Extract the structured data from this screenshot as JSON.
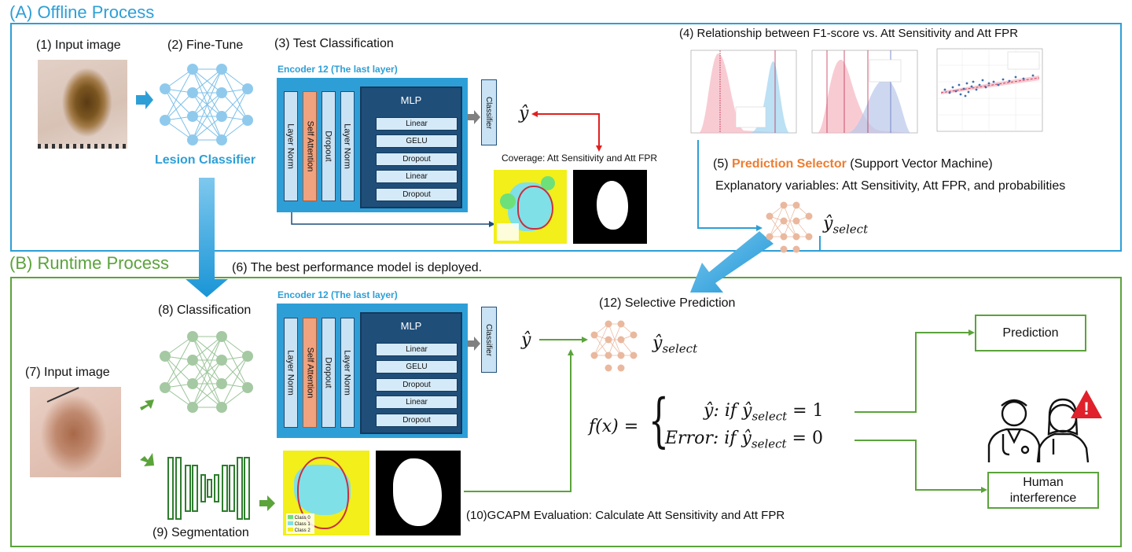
{
  "sections": {
    "offline_title": "(A) Offline Process",
    "runtime_title": "(B) Runtime Process"
  },
  "offline": {
    "input_image_label": "(1) Input image",
    "finetune_label": "(2) Fine-Tune",
    "lesion_classifier": "Lesion Classifier",
    "test_classification_label": "(3) Test Classification",
    "encoder_title": "Encoder 12 (The last layer)",
    "relationship_label": "(4) Relationship between F1-score vs. Att Sensitivity and Att FPR",
    "coverage_label": "Coverage: Att Sensitivity and Att FPR",
    "selector_prefix": "(5) ",
    "selector_highlight": "Prediction Selector",
    "selector_suffix": " (Support Vector Machine)",
    "explanatory": "Explanatory variables: Att Sensitivity, Att FPR, and probabilities",
    "y_hat": "ŷ",
    "y_select_base": "ŷ",
    "y_select_sub": "select"
  },
  "encoder_blocks": {
    "layer_norm": "Layer Norm",
    "self_attention": "Self Attention",
    "dropout": "Dropout",
    "layer_norm_2": "Layer Norm",
    "mlp_title": "MLP",
    "mlp_rows": [
      "Linear",
      "GELU",
      "Dropout",
      "Linear",
      "Dropout"
    ],
    "classifier": "Classifier"
  },
  "runtime": {
    "deploy_note": "(6) The best performance model is deployed.",
    "input_image_label": "(7) Input image",
    "classification_label": "(8) Classification",
    "segmentation_label": "(9) Segmentation",
    "gcapm_label": "(10)GCAPM Evaluation: Calculate Att Sensitivity and Att FPR",
    "selective_label": "(12) Selective Prediction",
    "encoder_title": "Encoder 12 (The last layer)",
    "prediction_box": "Prediction",
    "human_box_line1": "Human",
    "human_box_line2": "interference",
    "formula_lhs": "f(x) =",
    "formula_case1_value": "ŷ",
    "formula_case1_cond": ": if ŷ",
    "formula_case1_rhs": " = 1",
    "formula_case2_value": "Error",
    "formula_case2_cond": ": if ŷ",
    "formula_case2_rhs": " = 0",
    "formula_sub": "select"
  },
  "seg_legend": [
    "Class 0",
    "Class 1",
    "Class 2"
  ],
  "colors": {
    "offline_accent": "#2e9fd6",
    "runtime_accent": "#5ba33b",
    "selector_orange": "#ed7d31",
    "encoder_bg": "#2e9fd6",
    "mlp_bg": "#1f4e79",
    "arrow_red": "#e02020"
  }
}
